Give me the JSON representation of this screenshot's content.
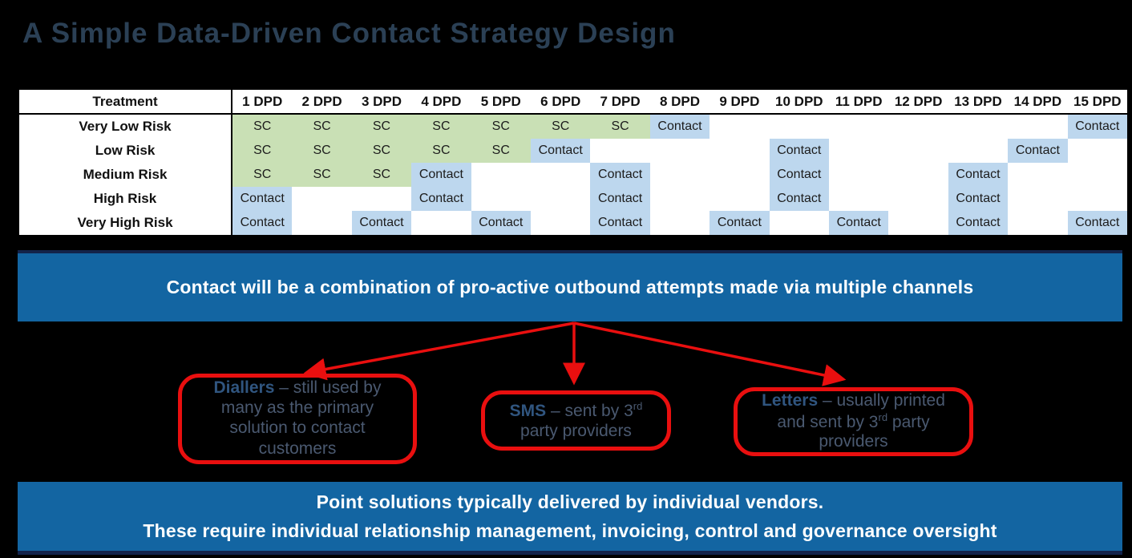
{
  "title": "A Simple Data-Driven Contact Strategy Design",
  "table": {
    "header": [
      "Treatment",
      "1 DPD",
      "2 DPD",
      "3 DPD",
      "4 DPD",
      "5 DPD",
      "6 DPD",
      "7 DPD",
      "8 DPD",
      "9 DPD",
      "10 DPD",
      "11 DPD",
      "12 DPD",
      "13 DPD",
      "14 DPD",
      "15 DPD"
    ],
    "rows": [
      {
        "label": "Very Low Risk",
        "cells": [
          "SC",
          "SC",
          "SC",
          "SC",
          "SC",
          "SC",
          "SC",
          "Contact",
          "",
          "",
          "",
          "",
          "",
          "",
          "Contact"
        ]
      },
      {
        "label": "Low Risk",
        "cells": [
          "SC",
          "SC",
          "SC",
          "SC",
          "SC",
          "Contact",
          "",
          "",
          "",
          "Contact",
          "",
          "",
          "",
          "Contact",
          ""
        ]
      },
      {
        "label": "Medium Risk",
        "cells": [
          "SC",
          "SC",
          "SC",
          "Contact",
          "",
          "",
          "Contact",
          "",
          "",
          "Contact",
          "",
          "",
          "Contact",
          "",
          ""
        ]
      },
      {
        "label": "High Risk",
        "cells": [
          "Contact",
          "",
          "",
          "Contact",
          "",
          "",
          "Contact",
          "",
          "",
          "Contact",
          "",
          "",
          "Contact",
          "",
          ""
        ]
      },
      {
        "label": "Very High Risk",
        "cells": [
          "Contact",
          "",
          "Contact",
          "",
          "Contact",
          "",
          "Contact",
          "",
          "Contact",
          "",
          "Contact",
          "",
          "Contact",
          "",
          "Contact"
        ]
      }
    ]
  },
  "banner_top": {
    "text": "Contact will be a combination of pro-active outbound attempts made via multiple channels"
  },
  "channels": [
    {
      "keyword": "Diallers",
      "sep": " – ",
      "before_sup": "still used by many as the primary solution to contact customers",
      "sup": "",
      "after_sup": ""
    },
    {
      "keyword": "SMS",
      "sep": " – ",
      "before_sup": "sent by 3",
      "sup": "rd",
      "after_sup": " party providers"
    },
    {
      "keyword": "Letters",
      "sep": " – ",
      "before_sup": "usually printed and sent by 3",
      "sup": "rd",
      "after_sup": " party providers"
    }
  ],
  "banner_bottom": {
    "line1": "Point solutions typically delivered by individual vendors.",
    "line2": "These require individual relationship management, invoicing, control and governance oversight"
  },
  "colors": {
    "background": "#000000",
    "title-text": "#2b4055",
    "banner-blue": "#1365a2",
    "navy-edge": "#13234a",
    "cell-green": "#c9e0b5",
    "cell-blue": "#bdd7ee",
    "arrow-red": "#e90f0f",
    "keyword-text": "#30557f",
    "box-text": "#4a5970",
    "banner-text": "#ffffff",
    "table-text": "#111111"
  }
}
